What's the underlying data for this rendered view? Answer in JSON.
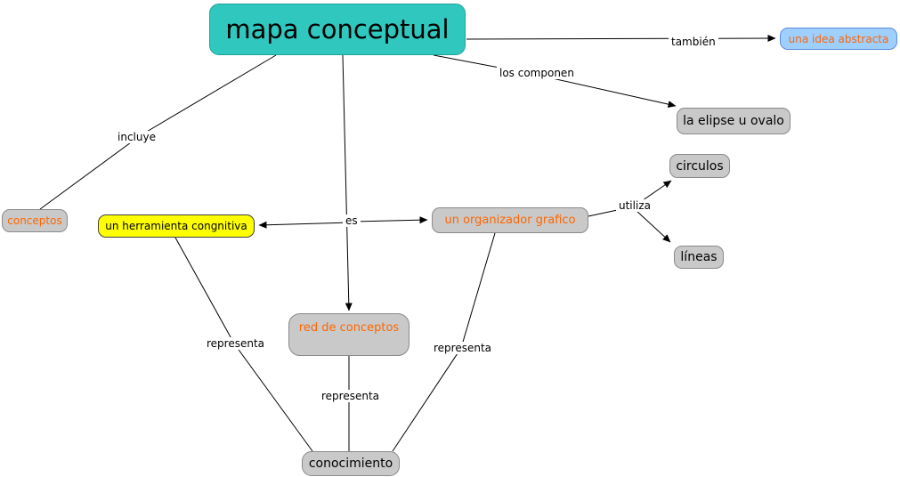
{
  "diagram": {
    "title_node": "mapa conceptual",
    "nodes": {
      "mapa_conceptual": {
        "label": "mapa conceptual",
        "fill": "#2fc7be",
        "text_color": "#000000"
      },
      "una_idea_abstracta": {
        "label": "una  idea abstracta",
        "fill": "#9fcfff",
        "text_color": "#ff6600"
      },
      "la_elipse_u_ovalo": {
        "label": "la elipse u ovalo",
        "fill": "#c9c9c9",
        "text_color": "#000000"
      },
      "circulos": {
        "label": "circulos",
        "fill": "#c9c9c9",
        "text_color": "#000000"
      },
      "conceptos": {
        "label": "conceptos",
        "fill": "#c9c9c9",
        "text_color": "#ff6600"
      },
      "herramienta": {
        "label": "un herramienta congnitiva",
        "fill": "#ffff00",
        "text_color": "#000000"
      },
      "organizador": {
        "label": "un organizador grafico",
        "fill": "#c9c9c9",
        "text_color": "#ff6600"
      },
      "lineas": {
        "label": "líneas",
        "fill": "#c9c9c9",
        "text_color": "#000000"
      },
      "red_de_conceptos": {
        "label": "red de conceptos",
        "fill": "#c9c9c9",
        "text_color": "#ff6600"
      },
      "conocimiento": {
        "label": "conocimiento",
        "fill": "#c9c9c9",
        "text_color": "#000000"
      }
    },
    "edge_labels": {
      "tambien": "también",
      "los_componen": "los componen",
      "incluye": "incluye",
      "es": "es",
      "utiliza": "utiliza",
      "representa_left": "representa",
      "representa_right": "representa",
      "representa_mid": "representa"
    },
    "edges": [
      {
        "from": "mapa_conceptual",
        "label": "también",
        "to": "una_idea_abstracta",
        "arrow": true
      },
      {
        "from": "mapa_conceptual",
        "label": "los componen",
        "to": "la_elipse_u_ovalo",
        "arrow": true
      },
      {
        "from": "mapa_conceptual",
        "label": "incluye",
        "to": "conceptos",
        "arrow": false
      },
      {
        "from": "mapa_conceptual",
        "label": "es",
        "to": "herramienta",
        "arrow": true
      },
      {
        "from": "mapa_conceptual",
        "label": "es",
        "to": "organizador",
        "arrow": true
      },
      {
        "from": "mapa_conceptual",
        "label": "es",
        "to": "red_de_conceptos",
        "arrow": true
      },
      {
        "from": "organizador",
        "label": "utiliza",
        "to": "circulos",
        "arrow": true
      },
      {
        "from": "organizador",
        "label": "utiliza",
        "to": "lineas",
        "arrow": true
      },
      {
        "from": "herramienta",
        "label": "representa",
        "to": "conocimiento",
        "arrow": false
      },
      {
        "from": "organizador",
        "label": "representa",
        "to": "conocimiento",
        "arrow": false
      },
      {
        "from": "red_de_conceptos",
        "label": "representa",
        "to": "conocimiento",
        "arrow": false
      }
    ],
    "colors": {
      "teal": "#2fc7be",
      "gray": "#c9c9c9",
      "yellow": "#ffff00",
      "blue": "#9fcfff",
      "orange_text": "#ff6600",
      "line": "#000000",
      "background": "#ffffff"
    }
  }
}
